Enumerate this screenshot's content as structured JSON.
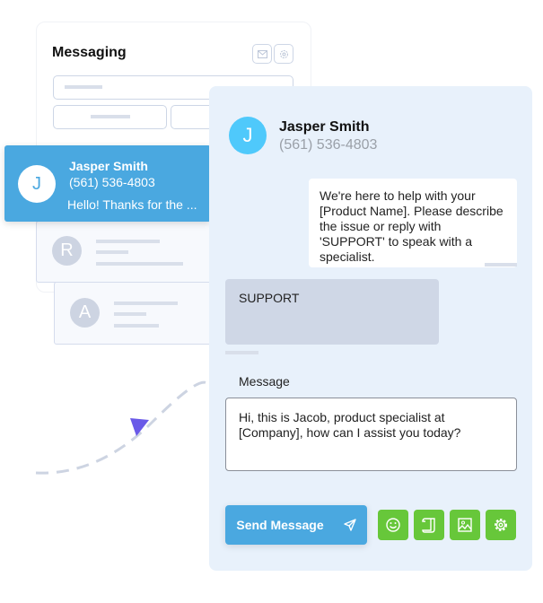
{
  "sidebar": {
    "title": "Messaging",
    "active": {
      "initial": "J",
      "name": "Jasper Smith",
      "phone": "(561) 536-4803",
      "preview": "Hello! Thanks for the ..."
    },
    "others": [
      {
        "initial": "R"
      },
      {
        "initial": "A"
      }
    ]
  },
  "chat": {
    "initial": "J",
    "name": "Jasper Smith",
    "phone": "(561) 536-4803",
    "incoming": "We're here to help with your [Product Name]. Please describe the issue or reply with 'SUPPORT' to speak with a specialist.",
    "outgoing": "SUPPORT",
    "message_label": "Message",
    "message_value": "Hi, this is Jacob, product specialist at [Company], how can I assist you today?",
    "send_label": "Send Message"
  },
  "colors": {
    "accent": "#4aa8e0",
    "green": "#67c73a",
    "panel": "#e8f1fb"
  }
}
